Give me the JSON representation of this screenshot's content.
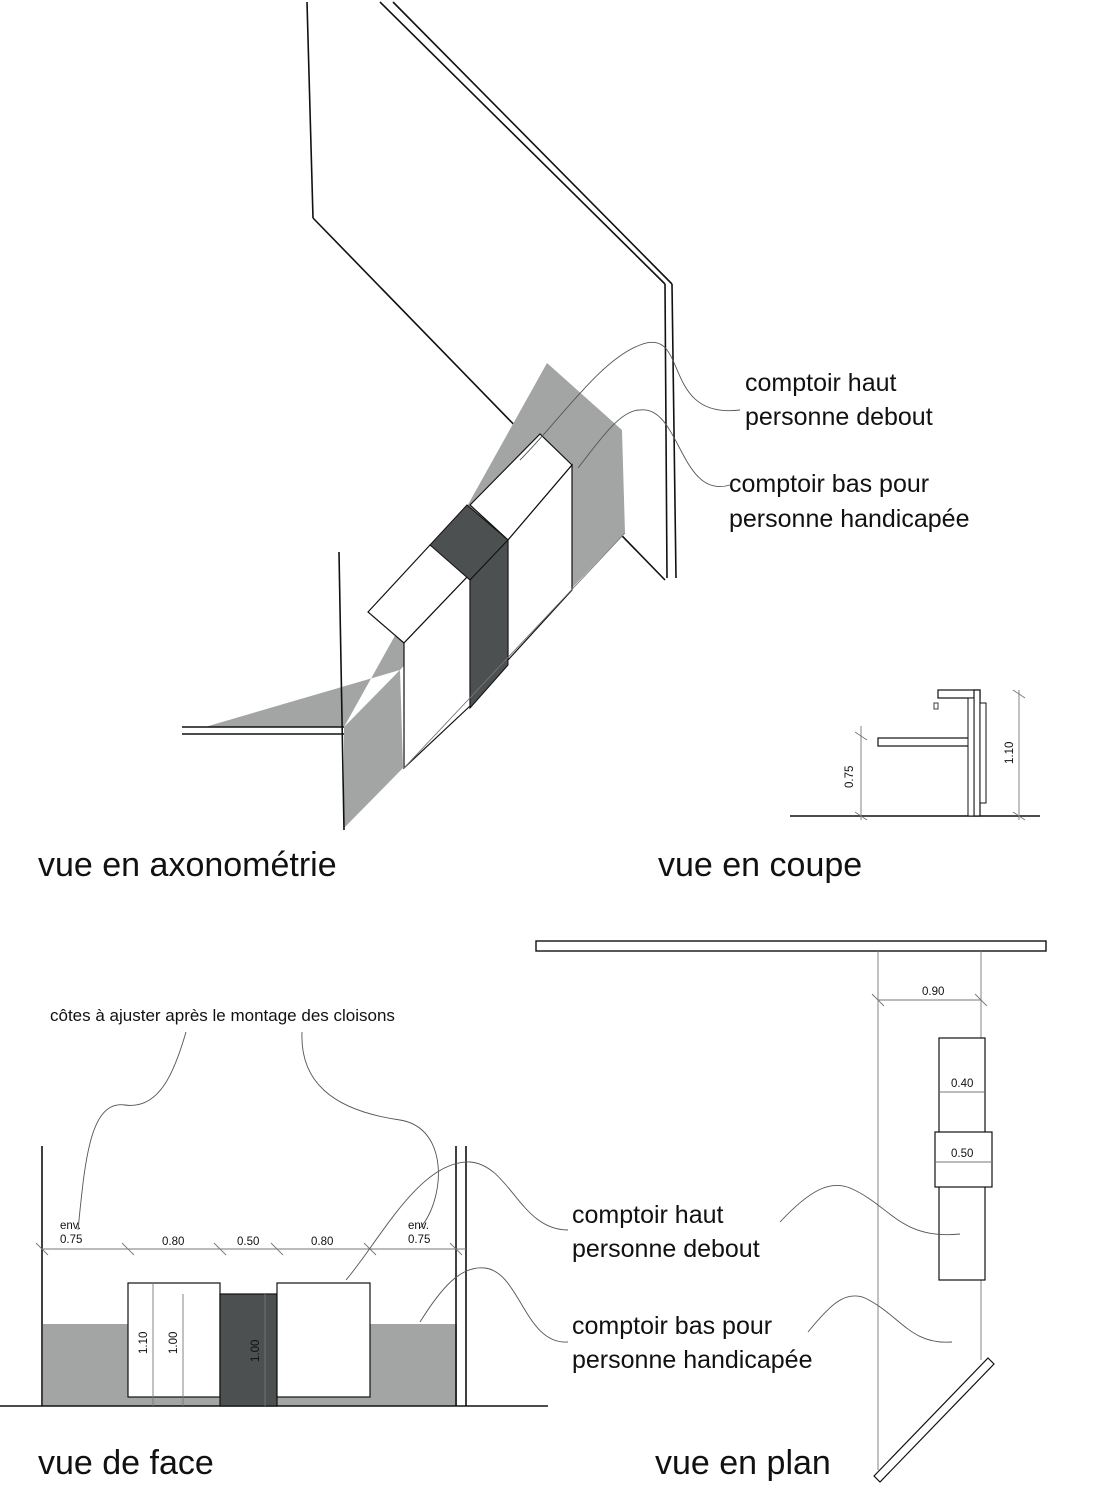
{
  "axonometry": {
    "label_high": [
      "comptoir haut",
      "personne debout"
    ],
    "label_low": [
      "comptoir bas pour",
      "personne handicapée"
    ],
    "title": "vue en axonométrie"
  },
  "section": {
    "dim_low": "0.75",
    "dim_high": "1.10",
    "title": "vue en coupe"
  },
  "front": {
    "note": "côtes à ajuster après le montage des cloisons",
    "env_left": [
      "env.",
      "0.75"
    ],
    "env_right": [
      "env.",
      "0.75"
    ],
    "widths": [
      "0.80",
      "0.50",
      "0.80"
    ],
    "heights": [
      "1.10",
      "1.00",
      "1.00"
    ],
    "label_high": [
      "comptoir haut",
      "personne debout"
    ],
    "label_low": [
      "comptoir bas pour",
      "personne handicapée"
    ],
    "title": "vue de face"
  },
  "plan": {
    "dims": [
      "0.90",
      "0.40",
      "0.50"
    ],
    "title": "vue en plan"
  },
  "colors": {
    "grey": "#a3a5a4",
    "dark": "#4d5051",
    "line": "#111111"
  }
}
